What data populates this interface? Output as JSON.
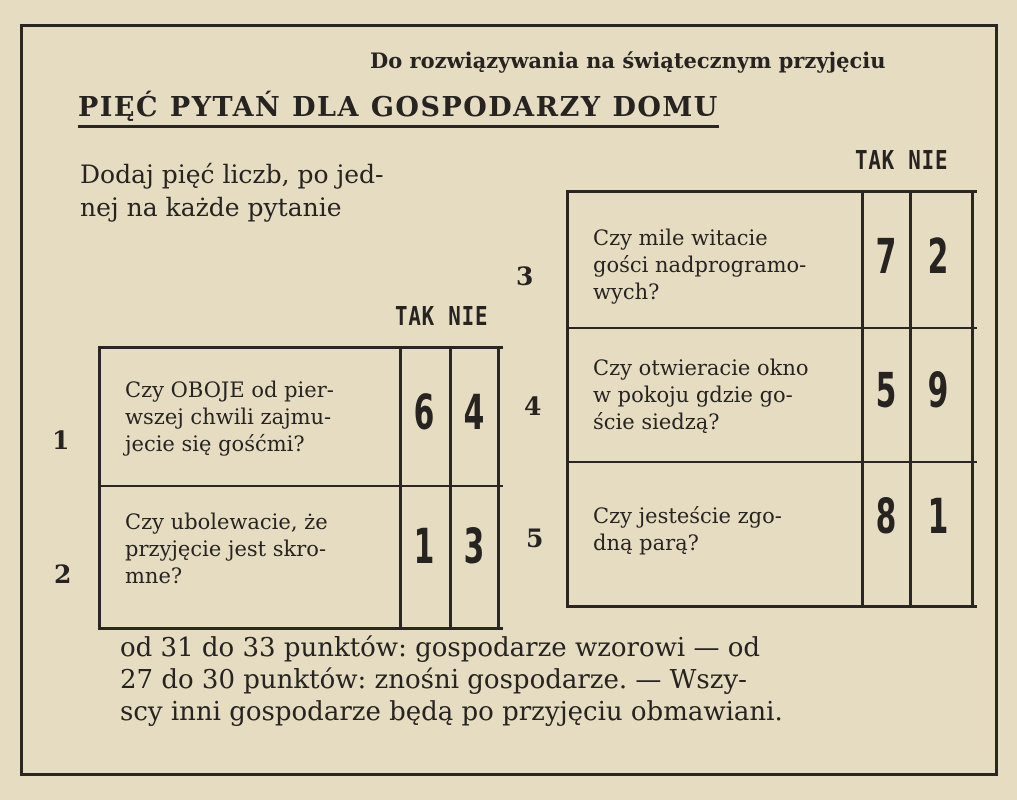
{
  "kicker": "Do rozwiązywania na świątecznym przyjęciu",
  "headline": "PIĘĆ PYTAŃ DLA GOSPODARZY DOMU",
  "intro": {
    "line1": "Dodaj pięć liczb, po jed-",
    "line2": "nej na każde pytanie"
  },
  "columns": {
    "tak": "TAK",
    "nie": "NIE"
  },
  "questions": [
    {
      "number": "1",
      "lines": [
        "Czy OBOJE od pier-",
        "wszej chwili zajmu-",
        "jecie się gośćmi?"
      ],
      "tak": "6",
      "nie": "4"
    },
    {
      "number": "2",
      "lines": [
        "Czy ubolewacie, że",
        "przyjęcie jest skro-",
        "mne?"
      ],
      "tak": "1",
      "nie": "3"
    },
    {
      "number": "3",
      "lines": [
        "Czy mile witacie",
        "gości nadprogramo-",
        "wych?"
      ],
      "tak": "7",
      "nie": "2"
    },
    {
      "number": "4",
      "lines": [
        "Czy otwieracie okno",
        "w pokoju gdzie go-",
        "ście siedzą?"
      ],
      "tak": "5",
      "nie": "9"
    },
    {
      "number": "5",
      "lines": [
        "Czy jesteście zgo-",
        "dną parą?"
      ],
      "tak": "8",
      "nie": "1"
    }
  ],
  "result": {
    "line1": "od 31 do 33 punktów: gospodarze wzorowi — od",
    "line2": "27 do 30 punktów: znośni gospodarze. — Wszy-",
    "line3": "scy inni gospodarze będą po przyjęciu obmawiani."
  }
}
